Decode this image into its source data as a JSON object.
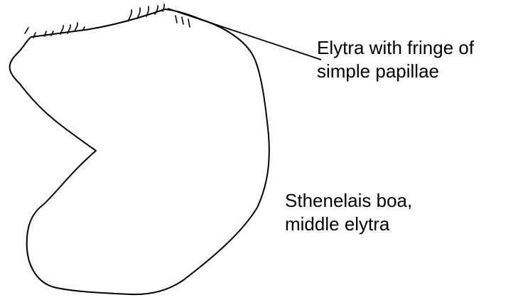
{
  "figure": {
    "callout_papillae": {
      "line1": "Elytra with fringe of",
      "line2": "simple papillae"
    },
    "specimen_caption": {
      "line1": "Sthenelais boa,",
      "line2": "middle elytra"
    },
    "colors": {
      "stroke": "#000000",
      "background": "#ffffff"
    }
  }
}
